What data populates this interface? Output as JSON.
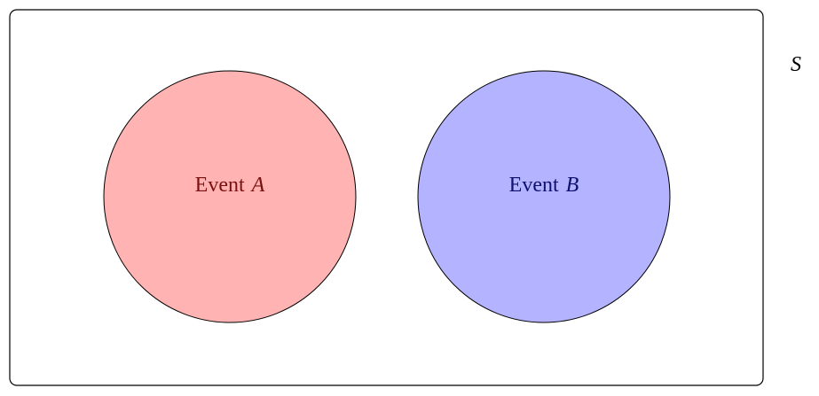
{
  "diagram": {
    "sample_space": {
      "label": "S"
    },
    "events": [
      {
        "name": "Event",
        "symbol": "A",
        "fill": "#ffb3b3",
        "text_color": "#7a1010"
      },
      {
        "name": "Event",
        "symbol": "B",
        "fill": "#b3b3ff",
        "text_color": "#10106e"
      }
    ]
  }
}
